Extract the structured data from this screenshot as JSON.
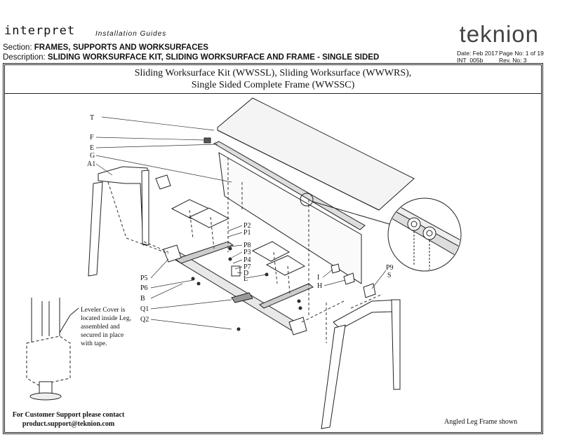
{
  "header": {
    "brand": "interpret",
    "guide_type": "Installation Guides",
    "section_label": "Section: ",
    "section_value": "FRAMES, SUPPORTS AND WORKSURFACES",
    "description_label": "Description: ",
    "description_value": "SLIDING WORKSURFACE KIT, SLIDING WORKSURFACE AND FRAME - SINGLE SIDED",
    "logo": "teknion",
    "date": "Date: Feb 2017",
    "page": "Page No: 1 of 19",
    "doc_id": "INT_005b",
    "revision": "Rev. No: 3"
  },
  "title": {
    "line1": "Sliding Worksurface Kit (WWSSL), Sliding Worksurface (WWWRS),",
    "line2": "Single Sided Complete Frame (WWSSC)"
  },
  "labels": {
    "T": "T",
    "F": "F",
    "E": "E",
    "G": "G",
    "A1": "A1",
    "P2": "P2",
    "P1": "P1",
    "P8": "P8",
    "P3": "P3",
    "P4": "P4",
    "P7": "P7",
    "D": "D",
    "L": "L",
    "P5": "P5",
    "P6": "P6",
    "B": "B",
    "Q1": "Q1",
    "Q2": "Q2",
    "I": "I",
    "H": "H",
    "P9": "P9",
    "S": "S"
  },
  "notes": {
    "leveler_line1": "Leveler Cover is",
    "leveler_line2": "located inside Leg,",
    "leveler_line3": "assembled and",
    "leveler_line4": "secured in place",
    "leveler_line5": "with tape.",
    "support_line1": "For Customer Support please contact",
    "support_line2": "product.support@teknion.com",
    "angled_leg": "Angled Leg Frame shown"
  }
}
